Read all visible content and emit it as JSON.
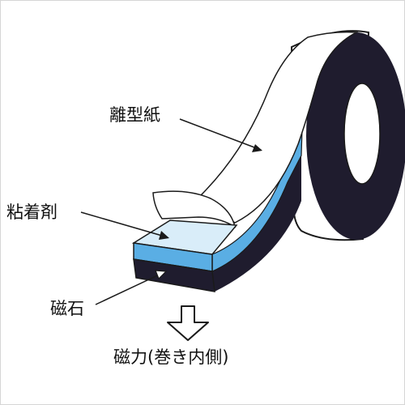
{
  "labels": {
    "release_paper": "離型紙",
    "adhesive": "粘着剤",
    "magnet": "磁石",
    "direction": "磁力(巻き内側)"
  },
  "colors": {
    "magnet": "#1f1c2e",
    "adhesive": "#5aaee4",
    "adhesive_face": "#d9edf9",
    "paper": "#ffffff",
    "outline": "#1a1a1a"
  },
  "icons": {
    "direction_arrow": "down-arrow-icon"
  }
}
